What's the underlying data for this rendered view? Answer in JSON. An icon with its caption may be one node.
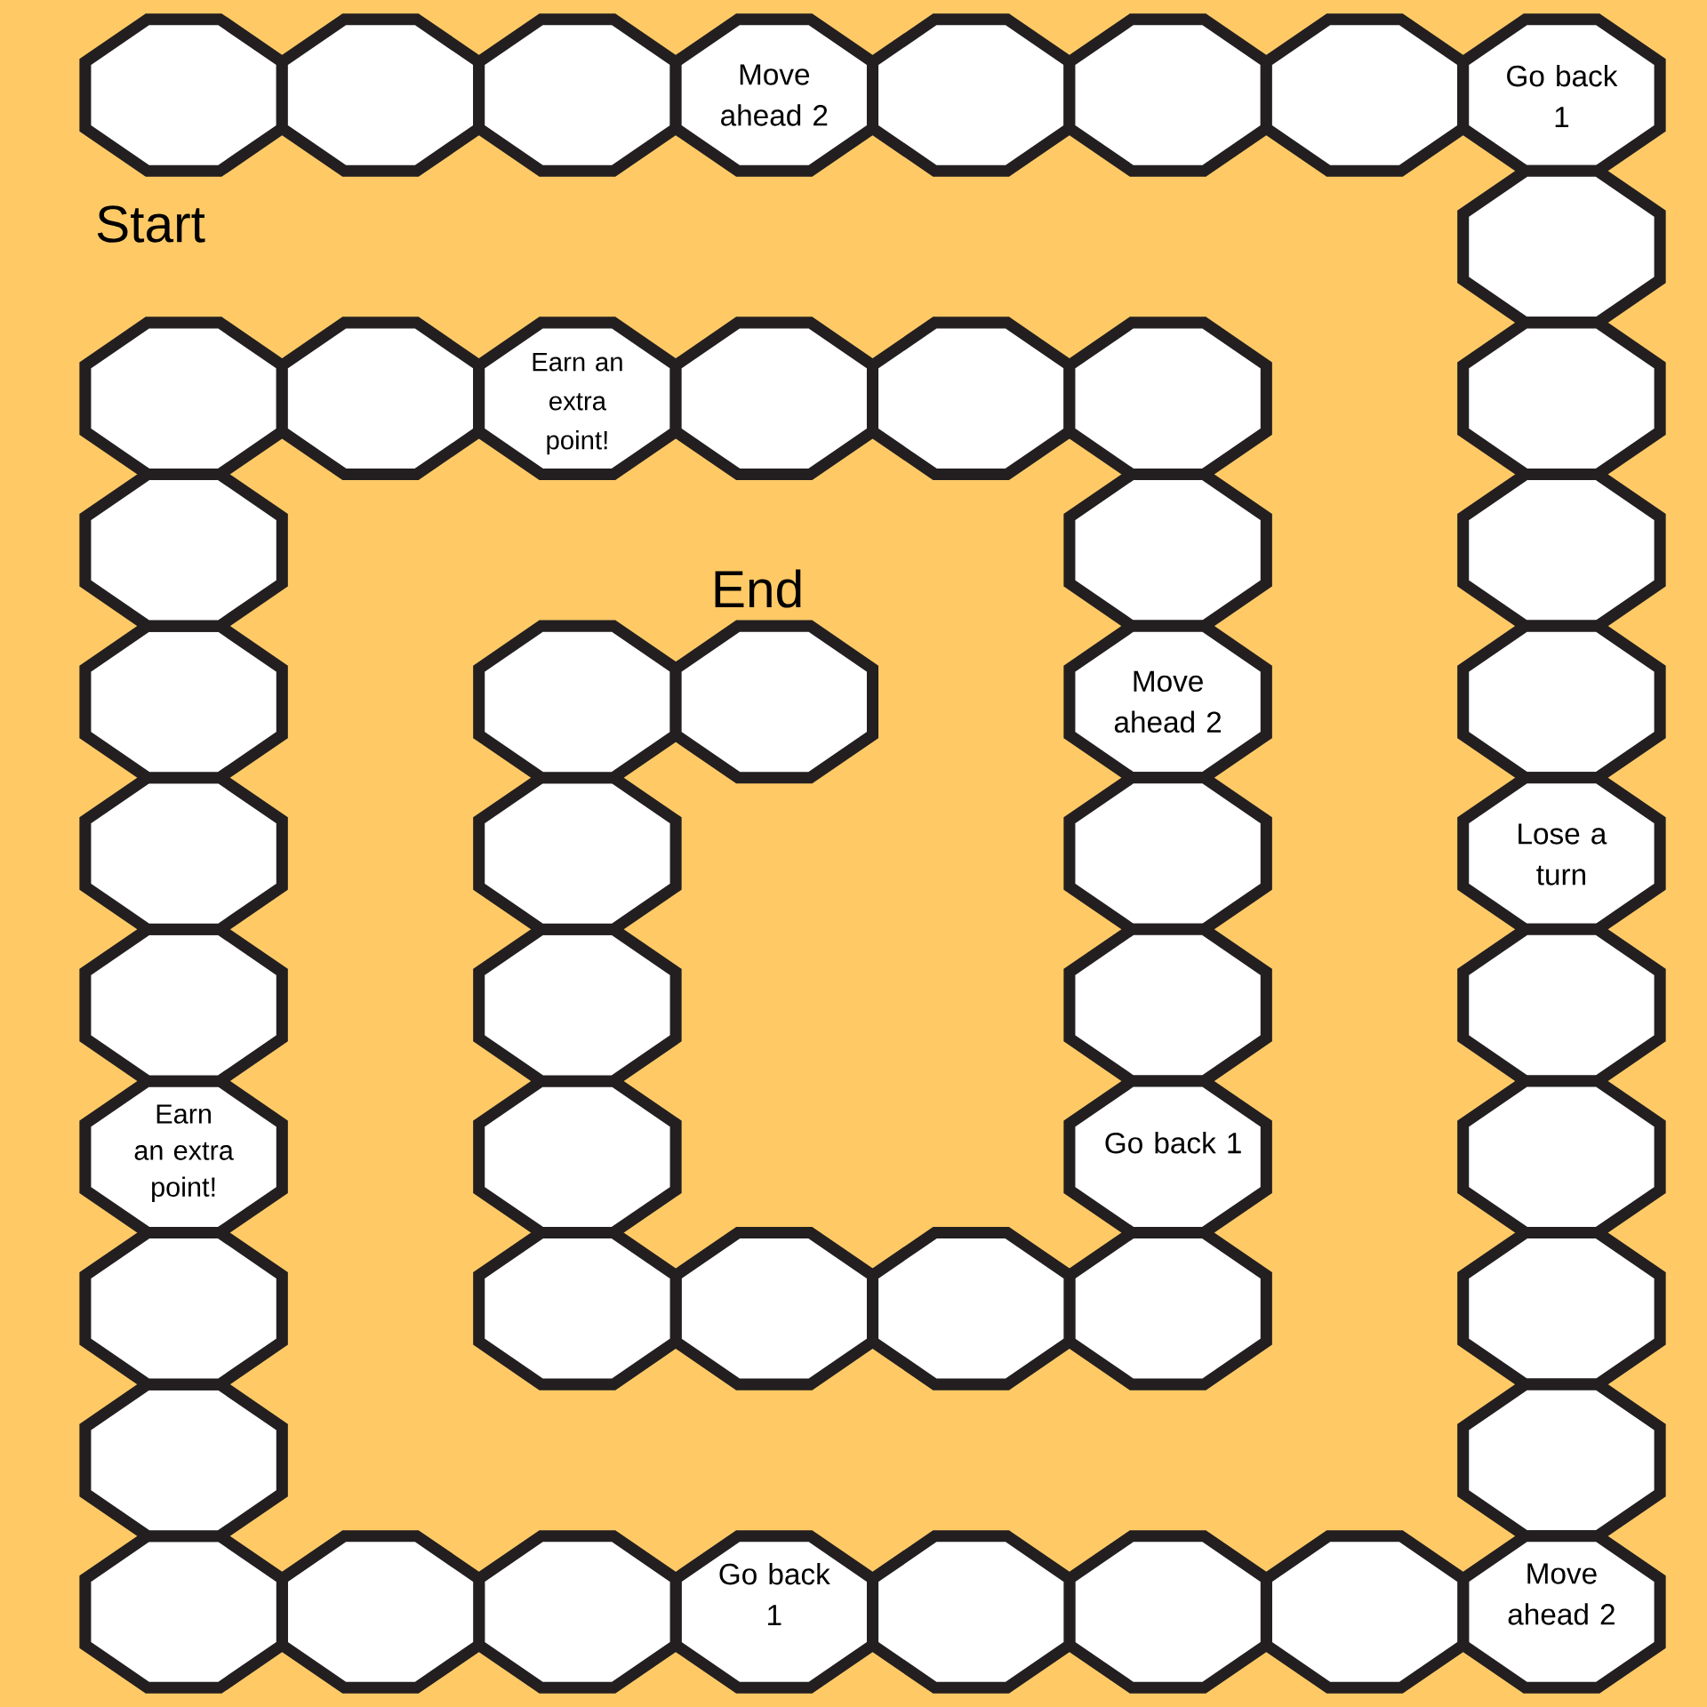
{
  "diagram": {
    "nodes": [
      {
        "text": [],
        "shape": "octagon",
        "beside": [
          "Start"
        ]
      },
      {
        "text": [],
        "shape": "octagon"
      },
      {
        "text": [],
        "shape": "octagon"
      },
      {
        "text": [
          "Move ahead 2"
        ]
      },
      {
        "text": [],
        "shape": "octagon"
      },
      {
        "text": [],
        "shape": "octagon"
      },
      {
        "text": [],
        "shape": "octagon"
      },
      {
        "text": [
          "Go back 1"
        ]
      },
      {
        "text": [],
        "shape": "octagon"
      },
      {
        "text": [],
        "shape": "octagon"
      },
      {
        "text": [],
        "shape": "octagon"
      },
      {
        "text": [],
        "shape": "octagon"
      },
      {
        "text": [
          "Lose a turn"
        ]
      },
      {
        "text": [],
        "shape": "octagon"
      },
      {
        "text": [],
        "shape": "octagon"
      },
      {
        "text": [],
        "shape": "octagon"
      },
      {
        "text": [],
        "shape": "octagon"
      },
      {
        "text": [
          "Move ahead 2"
        ]
      },
      {
        "text": [],
        "shape": "octagon"
      },
      {
        "text": [],
        "shape": "octagon"
      },
      {
        "text": [],
        "shape": "octagon"
      },
      {
        "text": [
          "Go back 1"
        ]
      },
      {
        "text": [],
        "shape": "octagon"
      },
      {
        "text": [],
        "shape": "octagon"
      },
      {
        "text": [],
        "shape": "octagon"
      },
      {
        "text": [],
        "shape": "octagon"
      },
      {
        "text": [],
        "shape": "octagon"
      },
      {
        "text": [
          "Earn an extra point!"
        ]
      },
      {
        "text": [],
        "shape": "octagon"
      },
      {
        "text": [],
        "shape": "octagon"
      },
      {
        "text": [],
        "shape": "octagon"
      },
      {
        "text": [],
        "shape": "octagon"
      },
      {
        "text": [],
        "shape": "octagon"
      },
      {
        "text": [],
        "shape": "octagon"
      },
      {
        "text": [
          "Earn an extra point!"
        ]
      },
      {
        "text": [],
        "shape": "octagon"
      },
      {
        "text": [],
        "shape": "octagon"
      },
      {
        "text": [],
        "shape": "octagon"
      },
      {
        "text": [],
        "shape": "octagon"
      },
      {
        "text": [
          "Move ahead 2"
        ]
      },
      {
        "text": [],
        "shape": "octagon"
      },
      {
        "text": [],
        "shape": "octagon"
      },
      {
        "text": [
          "Go back 1"
        ]
      },
      {
        "text": [],
        "shape": "octagon"
      },
      {
        "text": [],
        "shape": "octagon"
      },
      {
        "text": [],
        "shape": "octagon"
      },
      {
        "text": [],
        "shape": "octagon"
      },
      {
        "text": [],
        "shape": "octagon"
      },
      {
        "text": [],
        "shape": "octagon"
      },
      {
        "text": [],
        "shape": "octagon"
      },
      {
        "text": [],
        "shape": "octagon"
      },
      {
        "text": [],
        "shape": "octagon",
        "beside": [
          "End"
        ]
      }
    ]
  }
}
